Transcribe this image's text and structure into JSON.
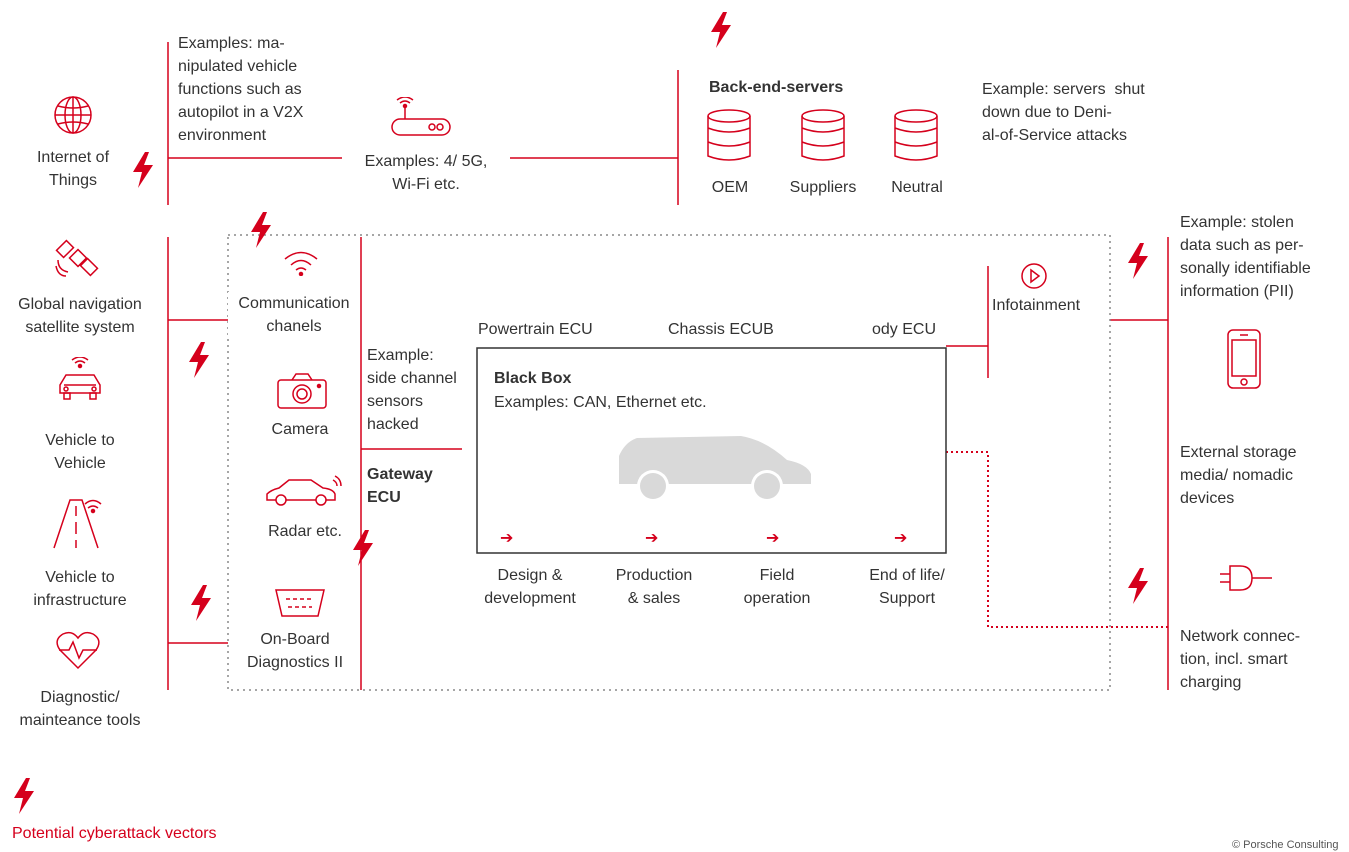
{
  "colors": {
    "accent": "#d5001c",
    "text": "#333333",
    "car": "#d9d9d9"
  },
  "sources": {
    "iot": "Internet of\nThings",
    "gnss": "Global navigation\nsatellite system",
    "v2v": "Vehicle to\nVehicle",
    "v2i": "Vehicle to\ninfrastructure",
    "diag": "Diagnostic/\nmainteance tools"
  },
  "top": {
    "v2x_example": "Examples: ma-\nnipulated vehicle\nfunctions such as\nautopilot in a V2X\nenvironment",
    "connectivity": "Examples: 4/ 5G,\nWi-Fi etc.",
    "backend_title": "Back-end-servers",
    "servers": [
      "OEM",
      "Suppliers",
      "Neutral"
    ],
    "dos_example": "Example: servers  shut\ndown due to Deni-\nal-of-Service attacks"
  },
  "vehicle": {
    "interfaces": {
      "comm": "Communication\nchanels",
      "camera": "Camera",
      "radar": "Radar etc.",
      "obd": "On-Board\nDiagnostics II"
    },
    "side_channel": "Example:\nside channel\nsensors\nhacked",
    "gateway": "Gateway\nECU",
    "ecus": [
      "Powertrain ECU",
      "Chassis ECUB",
      "ody ECU"
    ],
    "blackbox_title": "Black Box",
    "blackbox_sub": "Examples: CAN, Ethernet etc.",
    "lifecycle": [
      "Design &\ndevelopment",
      "Production\n& sales",
      "Field\noperation",
      "End of life/\nSupport"
    ],
    "arrow": "➔",
    "infotainment": "Infotainment"
  },
  "right": {
    "pii_example": "Example: stolen\ndata such as per-\nsonally identifiable\ninformation (PII)",
    "storage": "External storage\nmedia/ nomadic\ndevices",
    "network": "Network connec-\ntion, incl. smart\ncharging"
  },
  "legend": {
    "label": "Potential cyberattack vectors"
  },
  "copyright": "© Porsche Consulting"
}
